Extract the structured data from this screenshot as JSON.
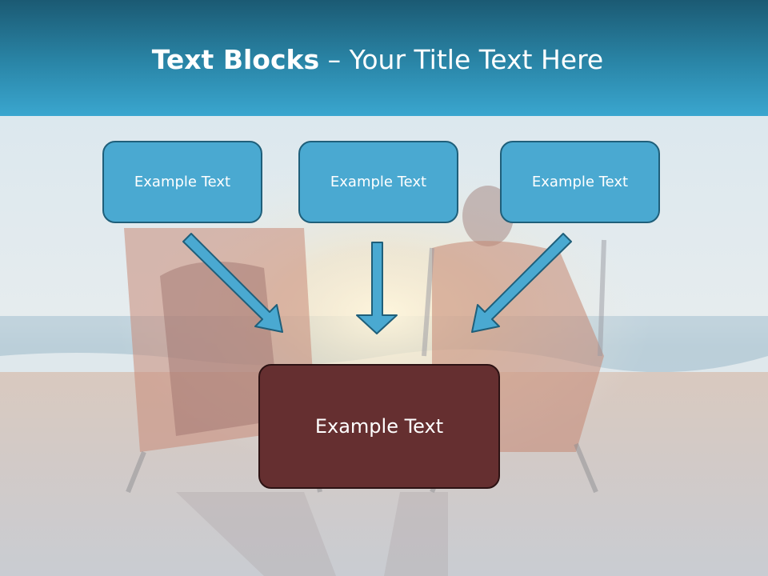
{
  "slide": {
    "title_bold": "Text Blocks",
    "title_rest": " – Your Title Text Here",
    "boxes": [
      {
        "text": "Example Text"
      },
      {
        "text": "Example Text"
      },
      {
        "text": "Example Text"
      }
    ],
    "bottom_box": {
      "text": "Example Text"
    }
  },
  "colors": {
    "header": "#2a86a8",
    "box_fill": "#4aa9d1",
    "box_border": "#1f5f7a",
    "bottom_box_fill": "#652f30",
    "arrow_fill": "#4aa9d1"
  },
  "icons": [
    "arrow-down-right-icon",
    "arrow-down-icon",
    "arrow-down-left-icon"
  ]
}
